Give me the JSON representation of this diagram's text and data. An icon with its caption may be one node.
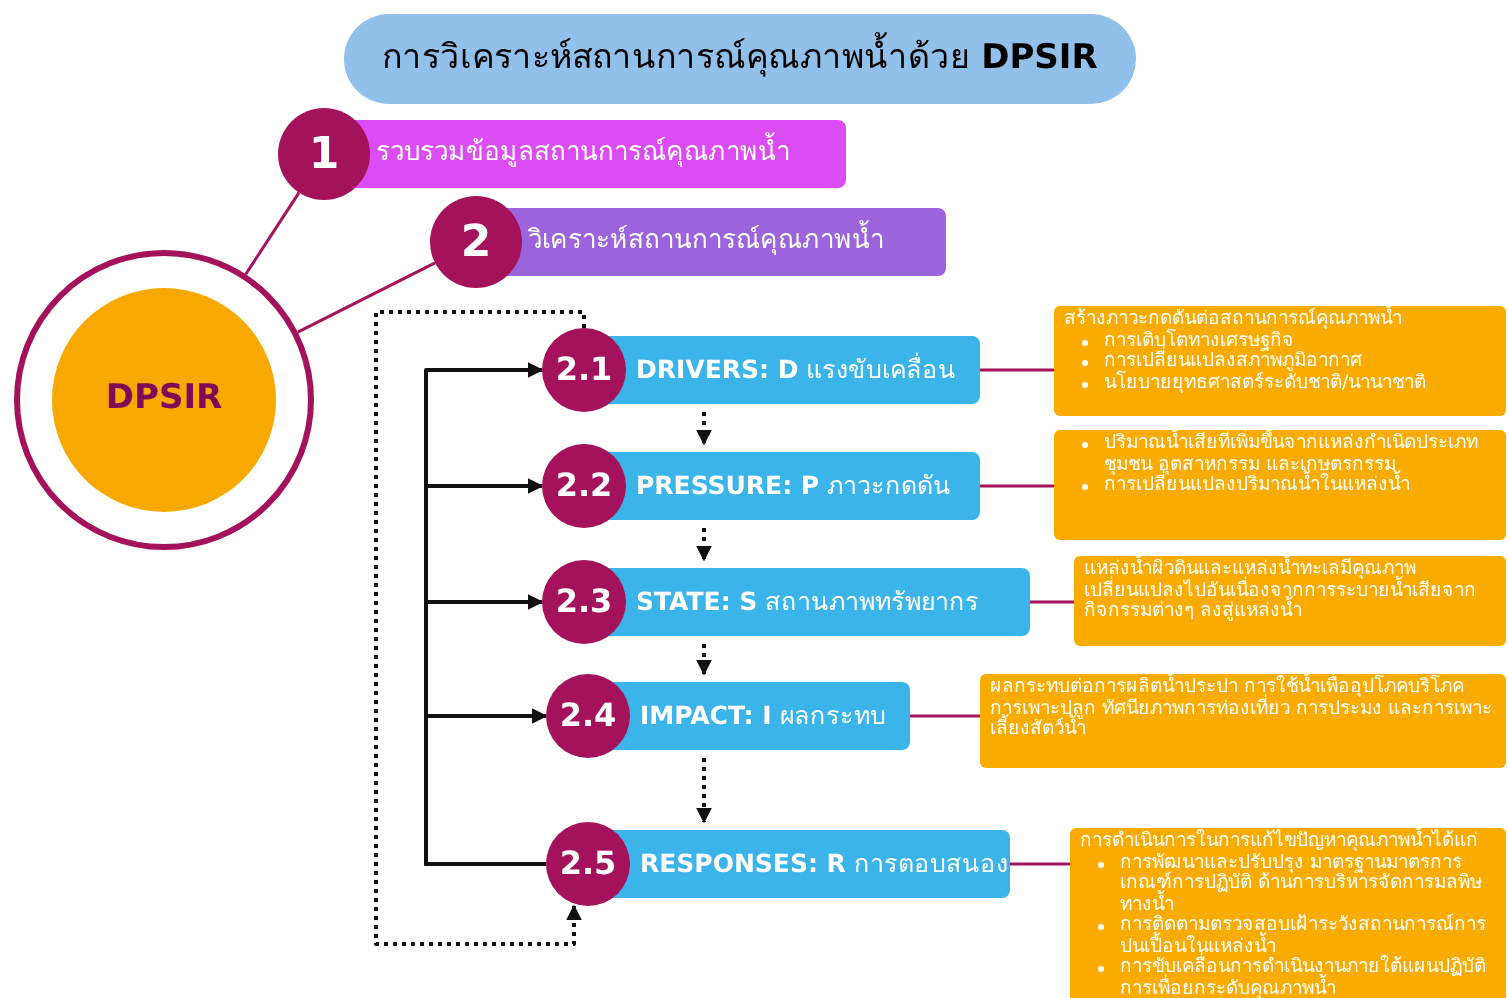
{
  "diagram": {
    "title": "การวิเคราะห์สถานการณ์คุณภาพน้ำด้วย **DPSIR**",
    "nodes": [
      {
        "text": [
          "DPSIR"
        ]
      },
      {
        "text": [
          "1",
          "รวบรวมข้อมูลสถานการณ์คุณภาพน้ำ"
        ]
      },
      {
        "text": [
          "2",
          "วิเคราะห์สถานการณ์คุณภาพน้ำ"
        ]
      },
      {
        "text": [
          "2.1",
          "**DRIVERS: D** แรงขับเคลื่อน"
        ]
      },
      {
        "text": [
          "2.2",
          "**PRESSURE: P** ภาวะกดดัน"
        ]
      },
      {
        "text": [
          "2.3",
          "**STATE: S** สถานภาพทรัพยากร"
        ]
      },
      {
        "text": [
          "2.4",
          "**IMPACT: I** ผลกระทบ"
        ]
      },
      {
        "text": [
          "2.5",
          "**RESPONSES: R** การตอบสนอง"
        ]
      },
      {
        "text": [
          "สร้างภาวะกดดันต่อสถานการณ์คุณภาพน้ำ",
          "การเติบโตทางเศรษฐกิจ",
          "การเปลี่ยนแปลงสภาพภูมิอากาศ",
          "นโยบายยุทธศาสตร์ระดับชาติ/นานาชาติ"
        ]
      },
      {
        "text": [
          "ปริมาณน้ำเสียที่เพิ่มขึ้นจากแหล่งกำเนิดประเภทชุมชน อุตสาหกรรม และเกษตรกรรม",
          "การเปลี่ยนแปลงปริมาณน้ำในแหล่งน้ำ"
        ]
      },
      {
        "text": [
          "แหล่งน้ำผิวดินและแหล่งน้ำทะเลมีคุณภาพเปลี่ยนแปลงไปอันเนื่องจากการระบายน้ำเสียจากกิจกรรมต่างๆ ลงสู่แหล่งน้ำ"
        ]
      },
      {
        "text": [
          "ผลกระทบต่อการผลิตน้ำประปา การใช้น้ำเพื่ออุปโภคบริโภค การเพาะปลูก ทัศนียภาพการท่องเที่ยว การประมง และการเพาะเลี้ยงสัตว์น้ำ"
        ]
      },
      {
        "text": [
          "การดำเนินการในการแก้ไขปัญหาคุณภาพน้ำได้แก่",
          "การพัฒนาและปรับปรุง มาตรฐานมาตรการ เกณฑ์การปฏิบัติ ด้านการบริหารจัดการมลพิษทางน้ำ",
          "การติดตามตรวจสอบเฝ้าระวังสถานการณ์การปนเปื้อนในแหล่งน้ำ",
          "การขับเคลื่อนการดำเนินงานภายใต้แผนปฏิบัติการเพื่อยกระดับคุณภาพน้ำ"
        ]
      }
    ],
    "edges": [
      {
        "from": 0,
        "to": 1,
        "arrow": "none",
        "color": "#a3125a"
      },
      {
        "from": 0,
        "to": 2,
        "arrow": "none",
        "color": "#a3125a"
      },
      {
        "from": 3,
        "to": 8,
        "arrow": "none",
        "color": "#a3125a"
      },
      {
        "from": 4,
        "to": 9,
        "arrow": "none",
        "color": "#a3125a"
      },
      {
        "from": 5,
        "to": 10,
        "arrow": "none",
        "color": "#a3125a"
      },
      {
        "from": 6,
        "to": 11,
        "arrow": "none",
        "color": "#a3125a"
      },
      {
        "from": 7,
        "to": 12,
        "arrow": "none",
        "color": "#a3125a"
      },
      {
        "from": 3,
        "to": 4,
        "arrow": "to",
        "style": "dashed"
      },
      {
        "from": 4,
        "to": 5,
        "arrow": "to",
        "style": "dashed"
      },
      {
        "from": 5,
        "to": 6,
        "arrow": "to",
        "style": "dashed"
      },
      {
        "from": 6,
        "to": 7,
        "arrow": "to",
        "style": "dashed"
      },
      {
        "from": 7,
        "to": 3,
        "arrow": "to"
      },
      {
        "from": 7,
        "to": 4,
        "arrow": "to"
      },
      {
        "from": 7,
        "to": 5,
        "arrow": "to"
      },
      {
        "from": 7,
        "to": 6,
        "arrow": "to"
      },
      {
        "from": 3,
        "to": 7,
        "arrow": "to",
        "style": "dashed"
      }
    ]
  }
}
